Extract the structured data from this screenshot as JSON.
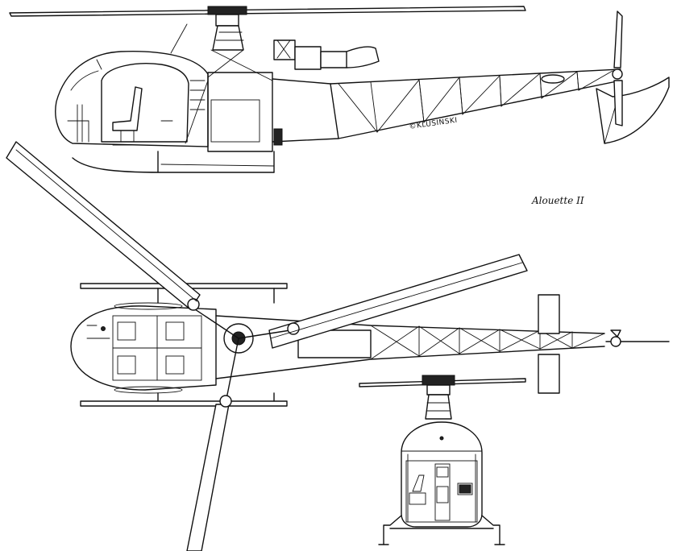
{
  "title": "Alouette II",
  "signature": "©KLUSINSKI",
  "views": [
    "side-view",
    "top-view",
    "front-view"
  ]
}
